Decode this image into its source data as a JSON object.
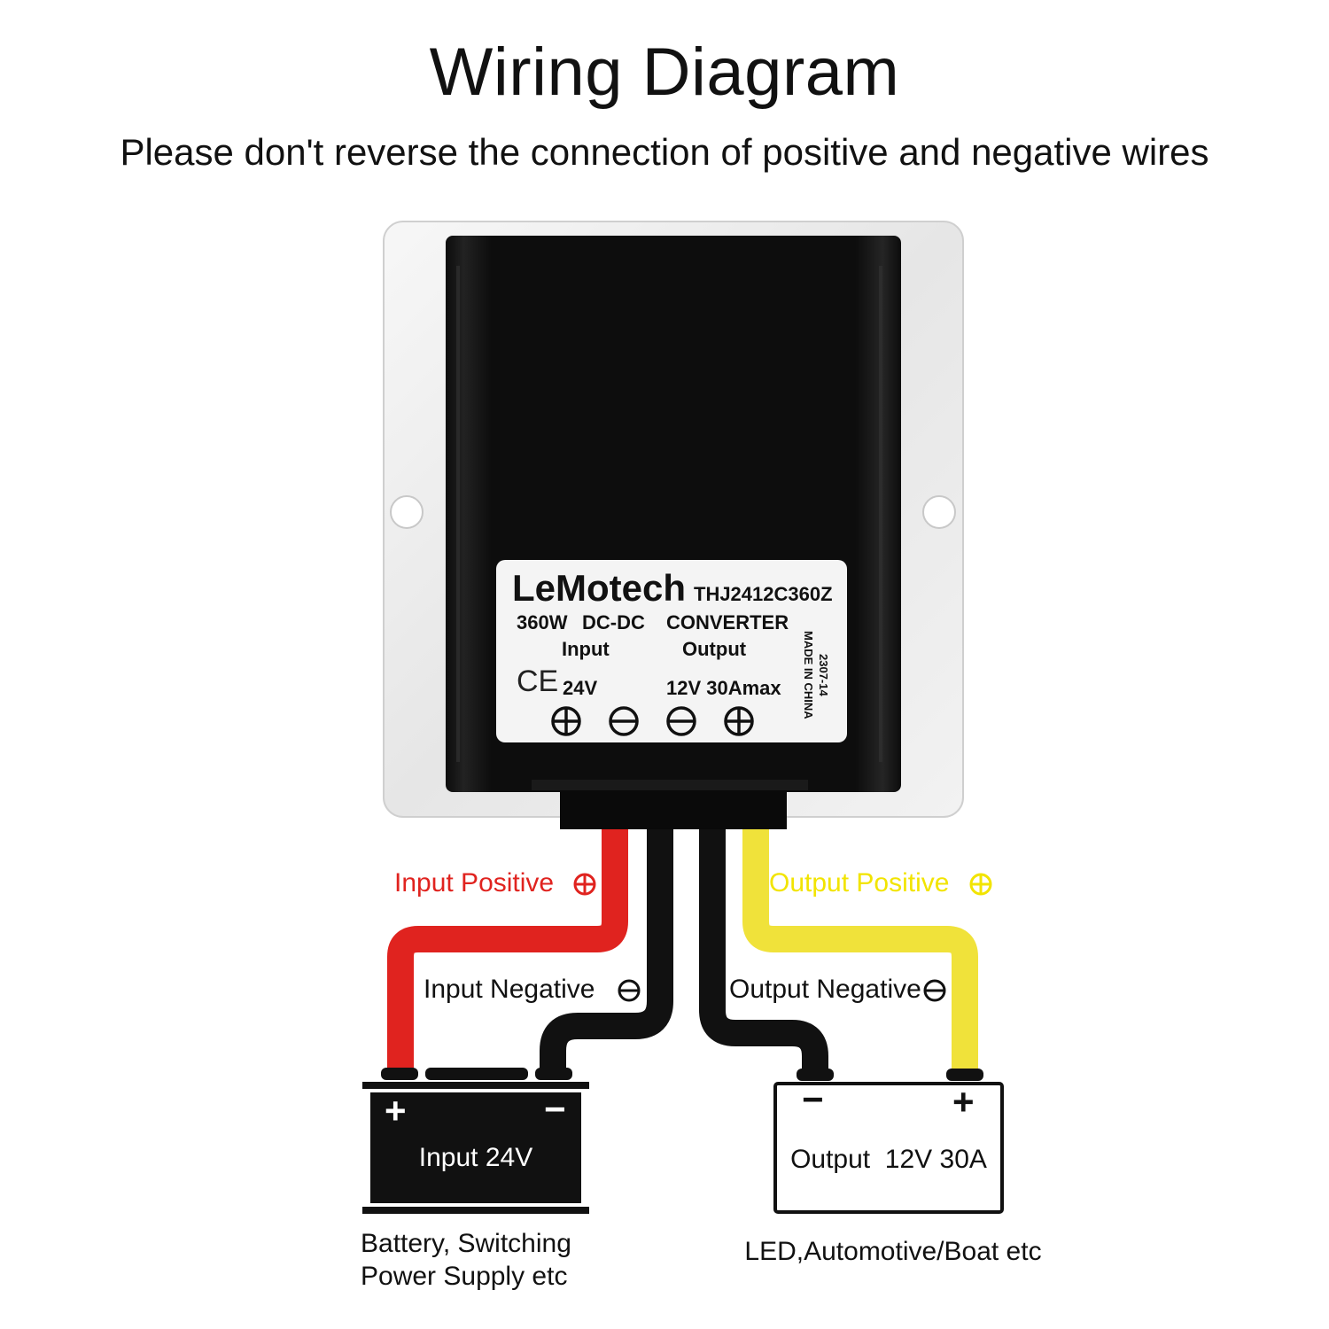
{
  "header": {
    "title": "Wiring Diagram",
    "subtitle": "Please don't reverse the connection of positive and negative wires"
  },
  "label": {
    "brand": "LeMotech",
    "model": "THJ2412C360Z",
    "line1_power": "360W",
    "line1_type": "DC-DC",
    "line1_converter": "CONVERTER",
    "input_label": "Input",
    "output_label": "Output",
    "ce_mark": "CE",
    "input_voltage": "24V",
    "output_rating": "12V 30Amax",
    "side_code": "2307-14",
    "side_origin": "MADE IN CHINA"
  },
  "wires": {
    "input_positive": "Input Positive",
    "input_negative": "Input Negative",
    "output_positive": "Output Positive",
    "output_negative": "Output Negative"
  },
  "input_battery": {
    "plus": "+",
    "minus": "−",
    "label": "Input 24V",
    "caption_line1": "Battery, Switching",
    "caption_line2": "Power Supply etc"
  },
  "output_load": {
    "plus": "+",
    "minus": "−",
    "label": "Output  12V 30A",
    "caption": "LED,Automotive/Boat etc"
  },
  "colors": {
    "red_wire": "#e0231f",
    "yellow_wire": "#f0e23a",
    "black_wire": "#111111",
    "input_positive_text": "#e0231f",
    "output_positive_text": "#f2e400"
  }
}
